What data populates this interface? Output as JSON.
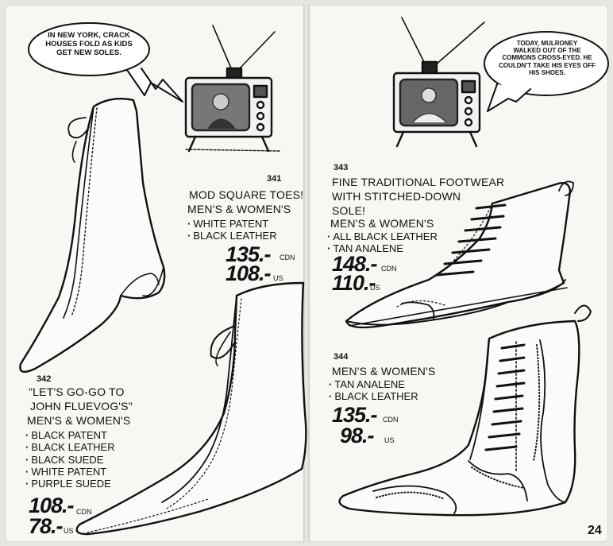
{
  "left_page": {
    "speech_bubble": [
      "In New York, crack",
      "houses fold as kids",
      "get new soles."
    ],
    "item_341": {
      "number": "341",
      "lines": [
        "Mod square toes!",
        "Men's & Women's"
      ],
      "options": [
        "White patent",
        "Black leather"
      ],
      "price_cdn": "135.-",
      "cdn_label": "CDN",
      "price_us": "108.-",
      "us_label": "US"
    },
    "item_342": {
      "number": "342",
      "lines": [
        "\"Let's go-go to",
        "John Fluevog's\"",
        "Men's & Women's"
      ],
      "options": [
        "Black patent",
        "Black leather",
        "Black suede",
        "White patent",
        "Purple suede"
      ],
      "price_cdn": "108.-",
      "cdn_label": "CDN",
      "price_us": "78.-",
      "us_label": "US"
    }
  },
  "right_page": {
    "speech_bubble": [
      "Today, Mulroney",
      "walked out of the",
      "Commons cross-eyed. He",
      "couldn't take his eyes off",
      "his shoes."
    ],
    "item_343": {
      "number": "343",
      "lines": [
        "Fine traditional footwear",
        "with stitched-down",
        "sole!",
        "Men's & Women's"
      ],
      "options": [
        "All black leather",
        "Tan analene"
      ],
      "price_cdn": "148.-",
      "cdn_label": "CDN",
      "price_us": "110.-",
      "us_label": "US"
    },
    "item_344": {
      "number": "344",
      "lines": [
        "Men's & Women's"
      ],
      "options": [
        "Tan analene",
        "Black leather"
      ],
      "price_cdn": "135.-",
      "cdn_label": "CDN",
      "price_us": "98.-",
      "us_label": "US"
    },
    "page_number": "24"
  },
  "colors": {
    "paper": "#f8f7f3",
    "ink": "#111111",
    "background": "#e8e6e1"
  }
}
